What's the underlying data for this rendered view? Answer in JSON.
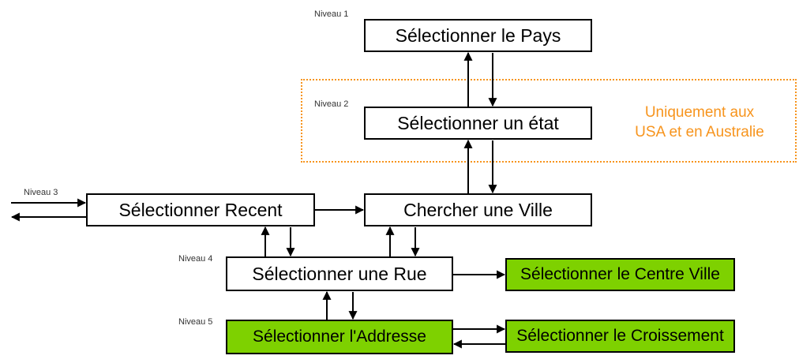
{
  "colors": {
    "box_fill": "#ffffff",
    "box_fill_highlight": "#7ed100",
    "border": "#000000",
    "region_border": "#f7941d",
    "note_text": "#f7941d"
  },
  "levels": {
    "level1": "Niveau 1",
    "level2": "Niveau 2",
    "level3": "Niveau 3",
    "level4": "Niveau 4",
    "level5": "Niveau 5"
  },
  "nodes": {
    "select_country": "Sélectionner le Pays",
    "select_state": "Sélectionner un état",
    "search_city": "Chercher une Ville",
    "select_recent": "Sélectionner Recent",
    "select_street": "Sélectionner une Rue",
    "select_city_center": "Sélectionner le Centre Ville",
    "select_address": "Sélectionner l'Addresse",
    "select_intersection": "Sélectionner le Croissement"
  },
  "region_note": {
    "line1": "Uniquement aux",
    "line2": "USA et en Australie"
  }
}
